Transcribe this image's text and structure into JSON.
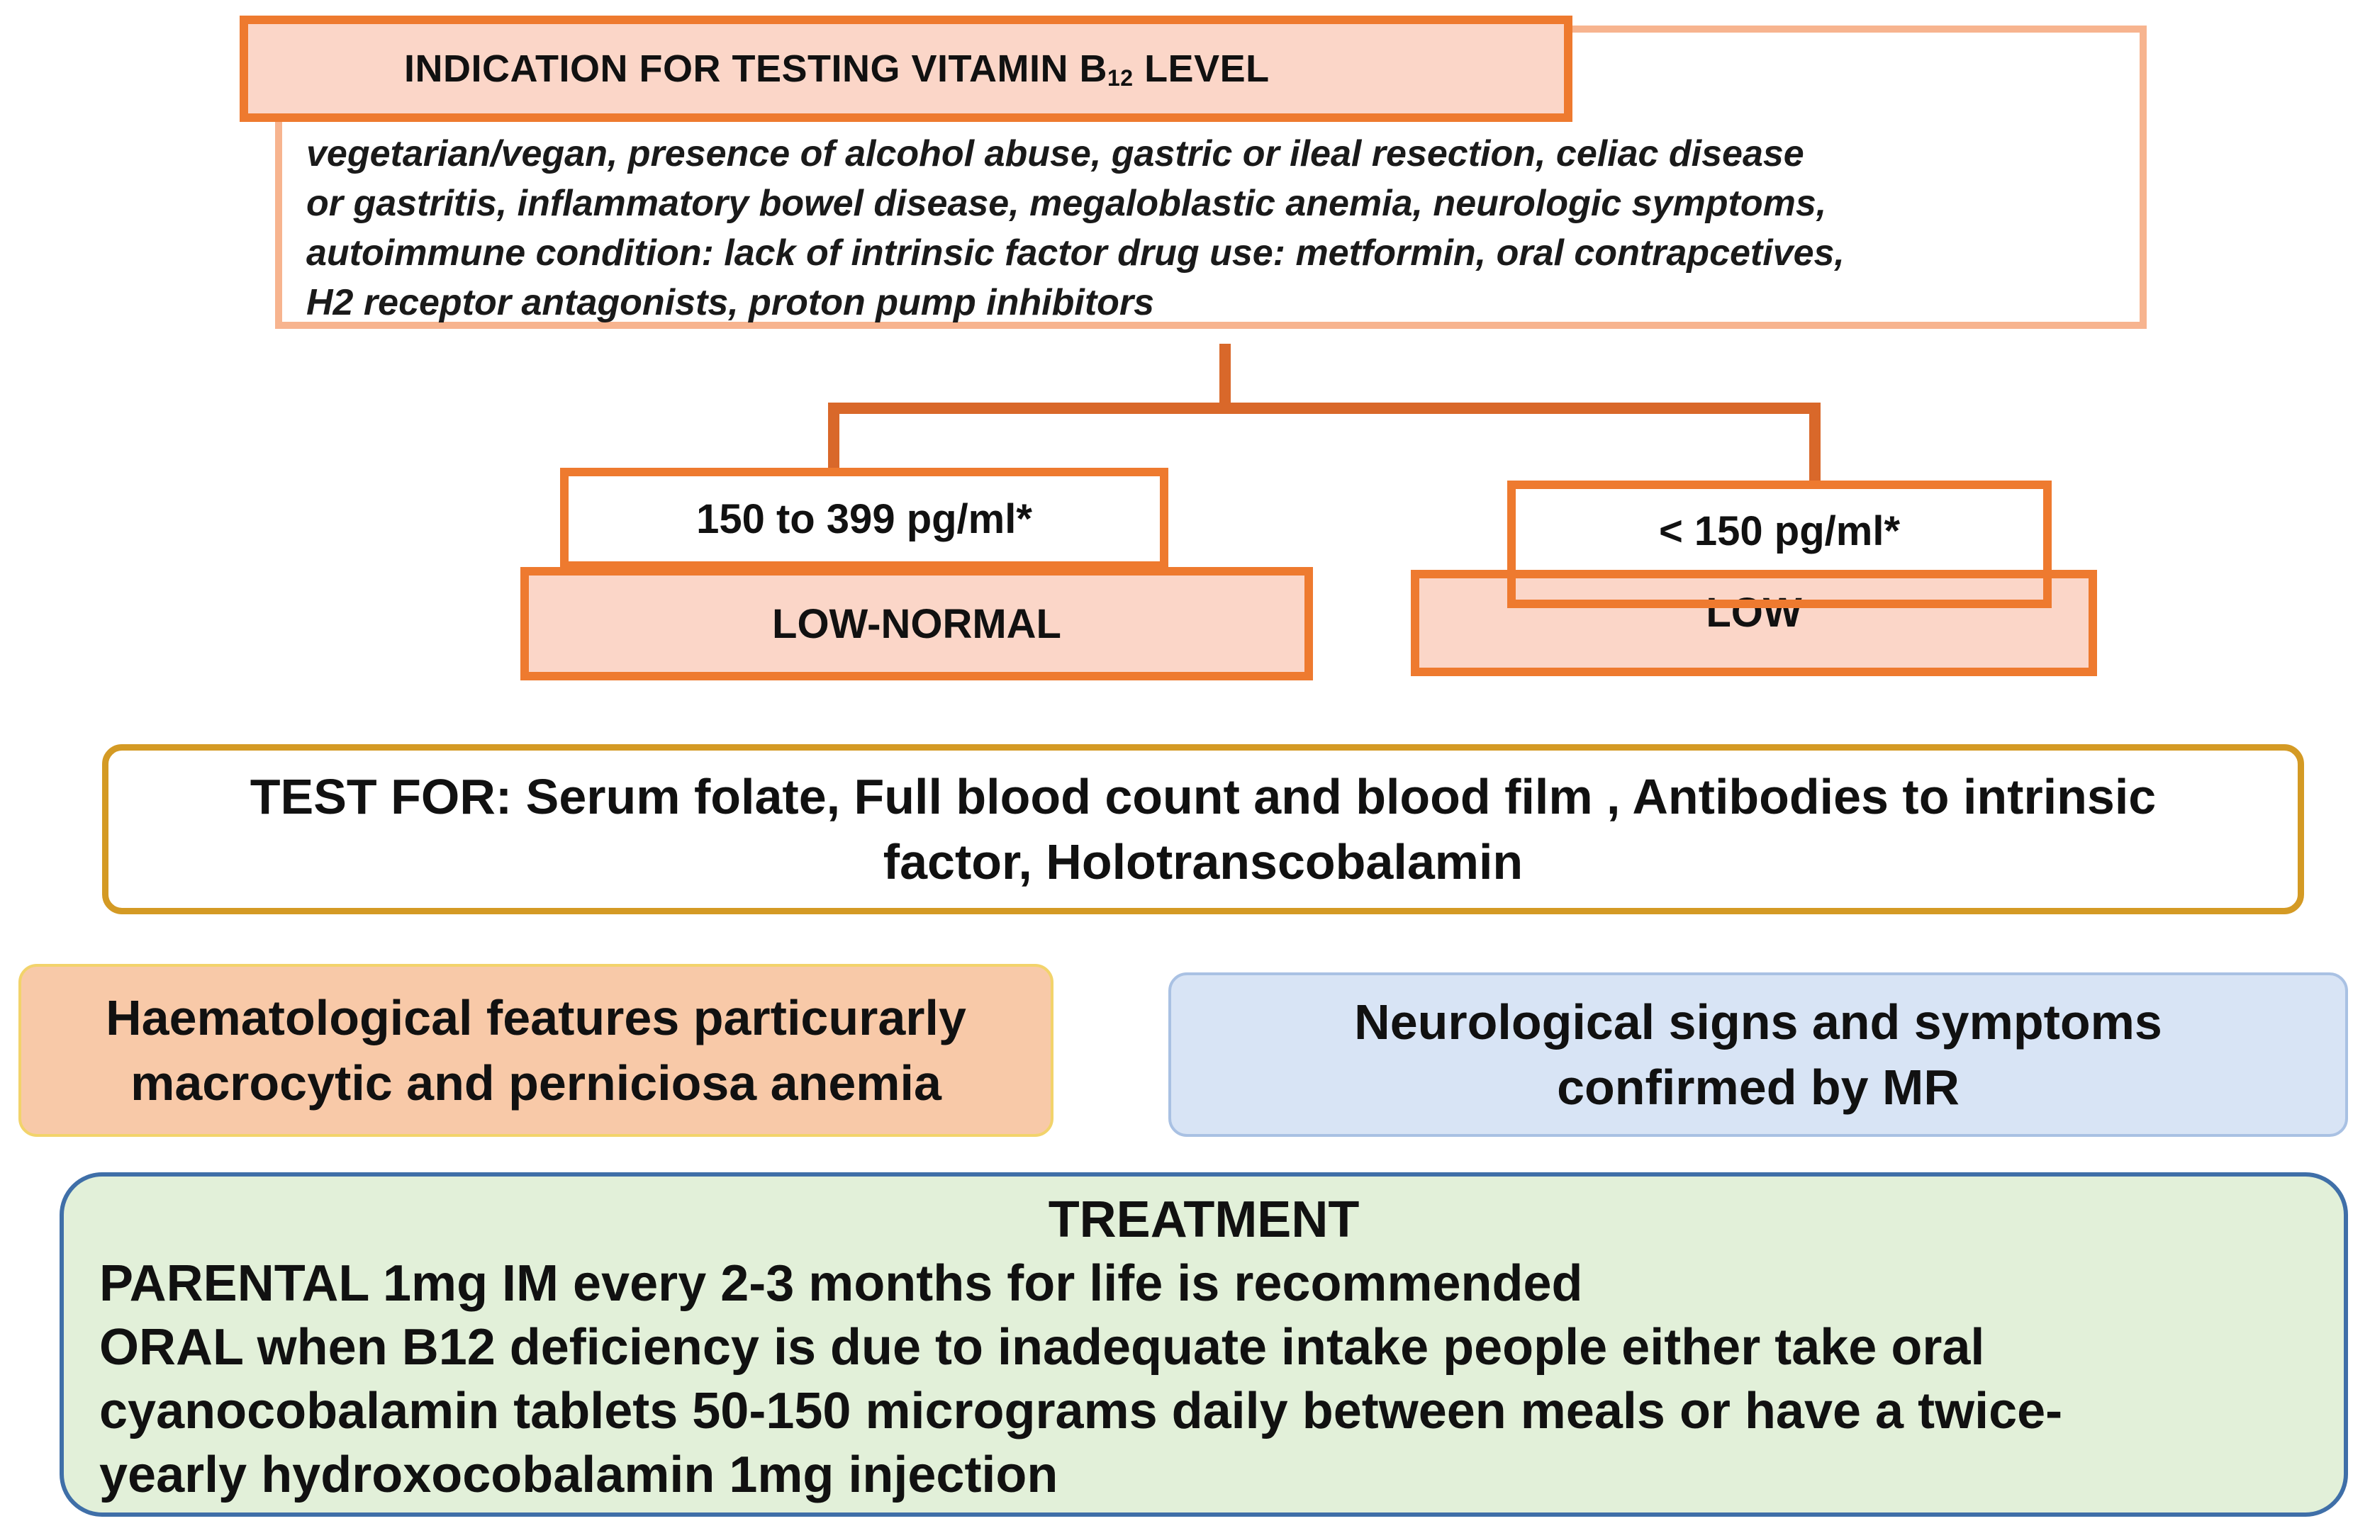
{
  "indication": {
    "title_main": "INDICATION FOR TESTING VITAMIN B",
    "title_sub": "12",
    "title_end": " LEVEL",
    "criteria_lines": [
      "vegetarian/vegan, presence of alcohol abuse,  gastric or ileal resection, celiac disease",
      "or gastritis, inflammatory bowel disease, megaloblastic anemia, neurologic symptoms,",
      "autoimmune condition: lack of intrinsic factor drug use: metformin, oral contrapcetives,",
      "H2 receptor antagonists, proton pump inhibitors"
    ]
  },
  "levels": {
    "low_normal": {
      "range": "150 to 399 pg/ml*",
      "category": "LOW-NORMAL"
    },
    "low": {
      "range": "< 150 pg/ml*",
      "category": "LOW"
    }
  },
  "test": {
    "line1": "TEST FOR: Serum folate, Full blood count and blood film ,  Antibodies to intrinsic",
    "line2": "factor,  Holotranscobalamin"
  },
  "features": {
    "haematological": {
      "line1": "Haematological features particurarly",
      "line2": "macrocytic and perniciosa anemia"
    },
    "neurological": {
      "line1": "Neurological signs and symptoms",
      "line2": "confirmed by MR"
    }
  },
  "treatment": {
    "title": "TREATMENT",
    "lines": [
      "PARENTAL 1mg IM every 2-3 months for life is recommended",
      "ORAL when B12 deficiency is due to inadequate intake people either take oral",
      "cyanocobalamin tablets 50-150 micrograms daily between meals or have a twice-",
      "yearly hydroxocobalamin 1mg injection"
    ]
  },
  "colors": {
    "orange_border": "#ee7a2f",
    "light_orange_border": "#f7b48f",
    "salmon_fill": "#fbd6c8",
    "gold_border": "#d49a24",
    "peach_fill": "#f8c9a8",
    "blue_fill": "#d8e4f5",
    "green_fill": "#e2f0d9",
    "treatment_border": "#3f6fa8"
  }
}
